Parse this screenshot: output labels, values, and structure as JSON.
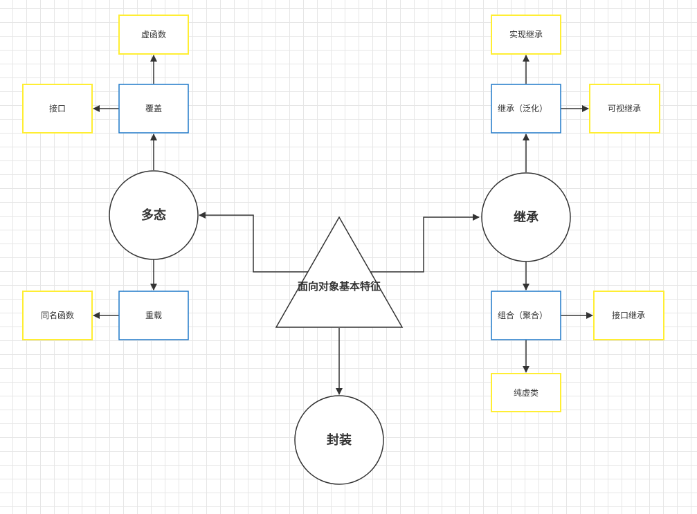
{
  "diagram": {
    "center": "面向对象基本特征",
    "polymorphism": {
      "label": "多态",
      "override": "覆盖",
      "virtual_function": "虚函数",
      "interface": "接口",
      "overload": "重载",
      "same_name_function": "同名函数"
    },
    "inheritance": {
      "label": "继承",
      "generalization": "继承（泛化）",
      "implementation_inheritance": "实现继承",
      "visual_inheritance": "可视继承",
      "composition": "组合（聚合）",
      "interface_inheritance": "接口继承",
      "pure_virtual_class": "纯虚类"
    },
    "encapsulation": {
      "label": "封装"
    }
  },
  "colors": {
    "blue_box": "#1f78c8",
    "yellow_box": "#ffee33",
    "stroke": "#333333"
  }
}
